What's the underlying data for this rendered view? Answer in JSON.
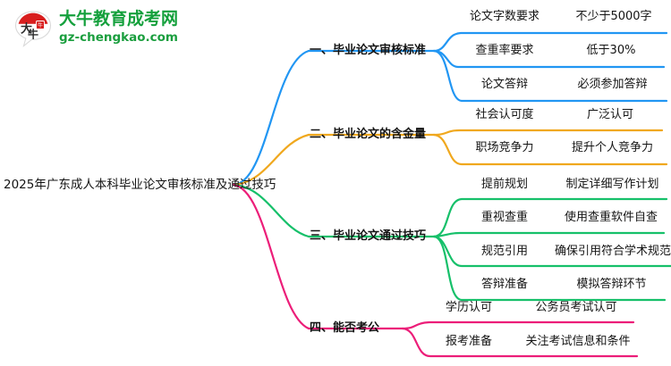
{
  "logo": {
    "mark_name": "daniu-speech-bubble-logo",
    "title": "大牛教育成考网",
    "url": "gz-chengkao.com",
    "brand_green": "#14a03c",
    "brand_red": "#d81e1e"
  },
  "mindmap": {
    "root": {
      "label": "2025年广东成人本科毕业论文审核标准及通过技巧"
    },
    "branches": [
      {
        "label": "一、毕业论文审核标准",
        "color": "#2196f3",
        "leaves": [
          {
            "key": "论文字数要求",
            "value": "不少于5000字"
          },
          {
            "key": "查重率要求",
            "value": "低于30%"
          },
          {
            "key": "论文答辩",
            "value": "必须参加答辩"
          }
        ]
      },
      {
        "label": "二、毕业论文的含金量",
        "color": "#f0a81e",
        "leaves": [
          {
            "key": "社会认可度",
            "value": "广泛认可"
          },
          {
            "key": "职场竞争力",
            "value": "提升个人竞争力"
          }
        ]
      },
      {
        "label": "三、毕业论文通过技巧",
        "color": "#16c06a",
        "leaves": [
          {
            "key": "提前规划",
            "value": "制定详细写作计划"
          },
          {
            "key": "重视查重",
            "value": "使用查重软件自查"
          },
          {
            "key": "规范引用",
            "value": "确保引用符合学术规范"
          },
          {
            "key": "答辩准备",
            "value": "模拟答辩环节"
          }
        ]
      },
      {
        "label": "四、能否考公",
        "color": "#ec1e79",
        "leaves": [
          {
            "key": "学历认可",
            "value": "公务员考试认可"
          },
          {
            "key": "报考准备",
            "value": "关注考试信息和条件"
          }
        ]
      }
    ]
  }
}
